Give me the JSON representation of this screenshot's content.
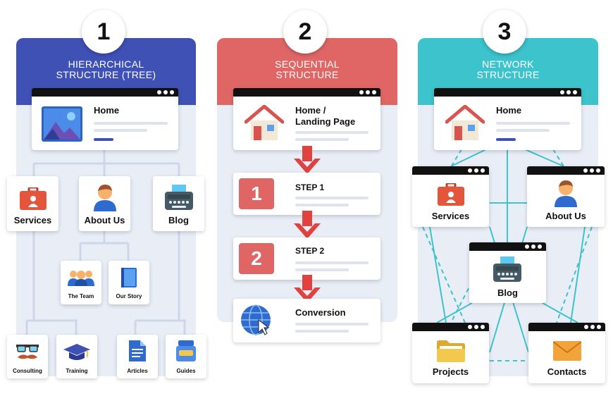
{
  "panels": [
    {
      "number": "1",
      "title_line1": "HIERARCHICAL",
      "title_line2": "STRUCTURE (TREE)",
      "color": "#3f51b5"
    },
    {
      "number": "2",
      "title_line1": "SEQUENTIAL",
      "title_line2": "STRUCTURE",
      "color": "#e06666"
    },
    {
      "number": "3",
      "title_line1": "NETWORK",
      "title_line2": "STRUCTURE",
      "color": "#3dc3cc"
    }
  ],
  "tree": {
    "home": "Home",
    "services": "Services",
    "about": "About Us",
    "blog": "Blog",
    "team": "The Team",
    "story": "Our Story",
    "consulting": "Consulting",
    "training": "Training",
    "articles": "Articles",
    "guides": "Guides"
  },
  "sequence": {
    "home_line1": "Home /",
    "home_line2": "Landing Page",
    "step1_num": "1",
    "step1": "STEP 1",
    "step2_num": "2",
    "step2": "STEP 2",
    "conversion": "Conversion"
  },
  "network": {
    "home": "Home",
    "services": "Services",
    "about": "About Us",
    "blog": "Blog",
    "projects": "Projects",
    "contacts": "Contacts"
  },
  "icons": {
    "image": "image-icon",
    "house": "house-icon",
    "briefcase": "briefcase-icon",
    "person": "person-icon",
    "typewriter": "typewriter-icon",
    "team": "team-icon",
    "book": "book-icon",
    "mustache": "mustache-icon",
    "graduation": "graduation-cap-icon",
    "document": "document-icon",
    "guides": "guides-icon",
    "globe": "globe-icon",
    "folder": "folder-icon",
    "envelope": "envelope-icon",
    "arrow": "arrow-down-icon"
  }
}
